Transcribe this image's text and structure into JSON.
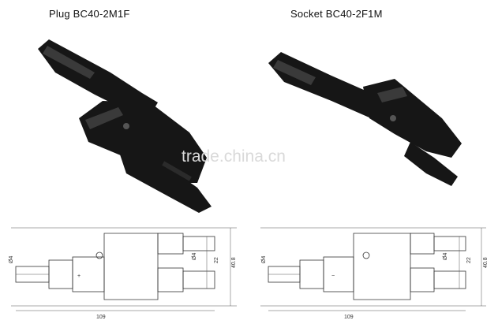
{
  "titles": {
    "plug": "Plug  BC40-2M1F",
    "socket": "Socket  BC40-2F1M"
  },
  "watermark": "trade.china.cn",
  "dimensions": {
    "plug": {
      "length": "109",
      "d1": "Ø4",
      "d2": "Ø4",
      "h1": "22",
      "h2": "40.8"
    },
    "socket": {
      "length": "109",
      "d1": "Ø4",
      "d2": "Ø4",
      "h1": "22",
      "h2": "40.8"
    }
  },
  "colors": {
    "body": "#161616",
    "highlight": "#3a3a3a",
    "line": "#333333"
  }
}
